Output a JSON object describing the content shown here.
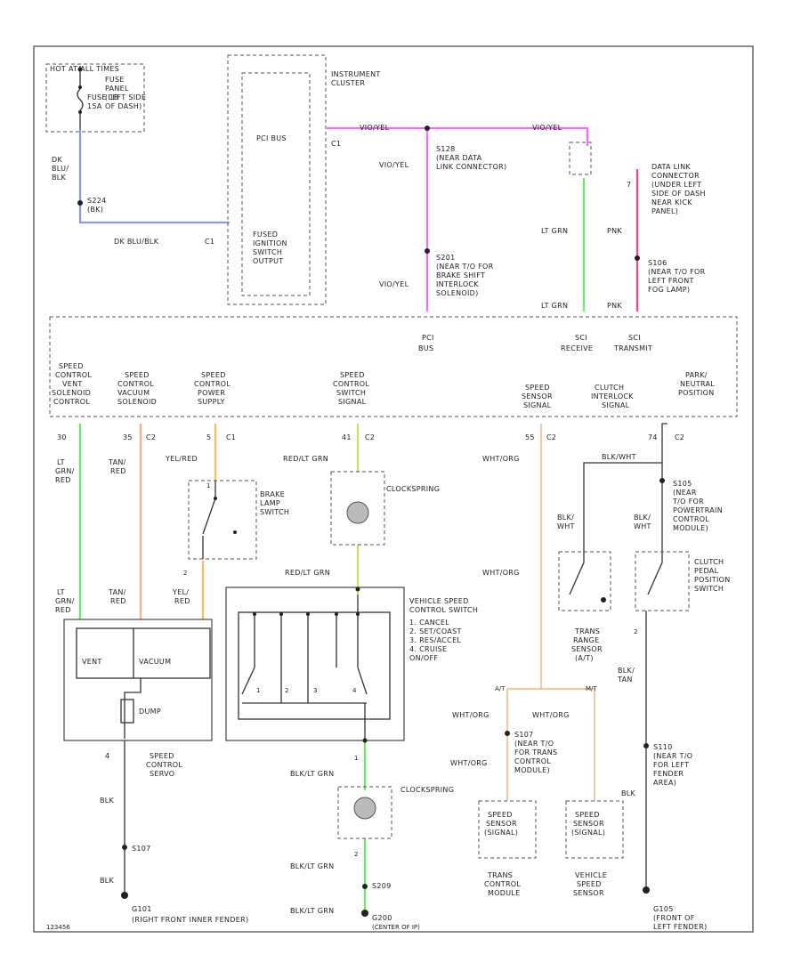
{
  "fuse_box": {
    "line1": "HOT AT ALL TIMES",
    "line2": "FUSE 18",
    "line3": "15A",
    "line4": "FUSE",
    "line5": "PANEL",
    "line6": "(LEFT SIDE",
    "line7": "OF DASH)"
  },
  "left_wire": {
    "color_lines": [
      "DK",
      "BLU/",
      "BLK"
    ],
    "splice": "S224",
    "splice_sub": "(BK)",
    "bottom_label": "DK BLU/BLK",
    "connector": "C1"
  },
  "cluster": {
    "title1": "INSTRUMENT",
    "title2": "CLUSTER",
    "pci_bus": "PCI BUS",
    "fused": [
      "FUSED",
      "IGNITION",
      "SWITCH",
      "OUTPUT"
    ],
    "pin_c1": "C1"
  },
  "pci_wires": {
    "vio_yel_top": "VIO/YEL",
    "vio_yel_right": "VIO/YEL",
    "vio_yel_left": "VIO/YEL",
    "vio_yel_lower": "VIO/YEL",
    "s128": [
      "S128",
      "(NEAR DATA",
      "LINK CONNECTOR)"
    ],
    "s201": [
      "S201",
      "(NEAR T/O FOR",
      "BRAKE SHIFT",
      "INTERLOCK",
      "SOLENOID)"
    ]
  },
  "dlc": {
    "title": [
      "DATA LINK",
      "CONNECTOR",
      "(UNDER LEFT",
      "SIDE OF DASH",
      "NEAR KICK",
      "PANEL)"
    ],
    "pin": "7",
    "s106": [
      "S106",
      "(NEAR T/O FOR",
      "LEFT FRONT",
      "FOG LAMP)"
    ],
    "wire_pnk_top": "PNK",
    "wire_pnk_bottom": "PNK",
    "wire_lt_grn_top": "LT GRN",
    "wire_lt_grn_bottom": "LT GRN"
  },
  "pcm": {
    "pci": "PCI",
    "bus": "BUS",
    "sci_receive": "SCI",
    "receive": "RECEIVE",
    "sci_transmit": "SCI",
    "transmit": "TRANSMIT"
  },
  "pcm_inputs": [
    {
      "lines": [
        "SPEED",
        "CONTROL",
        "VENT",
        "SOLENOID",
        "CONTROL"
      ],
      "pin": "30",
      "conn": ""
    },
    {
      "lines": [
        "SPEED",
        "CONTROL",
        "VACUUM",
        "SOLENOID"
      ],
      "pin": "35",
      "conn": "C2"
    },
    {
      "lines": [
        "SPEED",
        "CONTROL",
        "POWER",
        "SUPPLY"
      ],
      "pin": "5",
      "conn": "C1"
    },
    {
      "lines": [
        "SPEED",
        "CONTROL",
        "SWITCH",
        "SIGNAL"
      ],
      "pin": "41",
      "conn": "C2"
    },
    {
      "lines": [
        "SPEED",
        "SENSOR",
        "SIGNAL"
      ],
      "pin": "55",
      "conn": "C2"
    },
    {
      "lines": [
        "CLUTCH",
        "INTERLOCK",
        "SIGNAL"
      ],
      "pin": "",
      "conn": ""
    },
    {
      "lines": [
        "PARK/",
        "NEUTRAL",
        "POSITION"
      ],
      "pin": "74",
      "conn": "C2"
    }
  ],
  "servo": {
    "wire1": [
      "LT",
      "GRN/",
      "RED"
    ],
    "wire1b": [
      "LT",
      "GRN/",
      "RED"
    ],
    "wire2": [
      "TAN/",
      "RED"
    ],
    "wire2b": [
      "TAN/",
      "RED"
    ],
    "wire3": [
      "YEL/",
      "RED"
    ],
    "vent": "VENT",
    "vacuum": "VACUUM",
    "dump": "DUMP",
    "name": [
      "SPEED",
      "CONTROL",
      "SERVO"
    ],
    "pin": "4",
    "ground_wire": "BLK",
    "ground_wire2": "BLK",
    "splice": "S107",
    "ground": "G101",
    "ground_desc": "(RIGHT FRONT INNER FENDER)"
  },
  "brake": {
    "wire": "YEL/RED",
    "name": [
      "BRAKE",
      "LAMP",
      "SWITCH"
    ],
    "pin_top": "1",
    "pin_bot": "2"
  },
  "clockspring": {
    "upper": "CLOCKSPRING",
    "lower": "CLOCKSPRING",
    "wire_top": "RED/LT GRN",
    "wire_mid": "RED/LT GRN",
    "wire_low": "BLK/LT GRN",
    "wire_low2": "BLK/LT GRN",
    "wire_low3": "BLK/LT GRN",
    "pin_a": "1",
    "pin_b": "2",
    "splice": "S209",
    "ground": "G200",
    "ground_desc": "(CENTER OF IP)"
  },
  "vsc_switch": {
    "title": [
      "VEHICLE SPEED",
      "CONTROL SWITCH"
    ],
    "items": [
      "1. CANCEL",
      "2. SET/COAST",
      "3. RES/ACCEL",
      "4. CRUISE",
      "   ON/OFF"
    ],
    "nums": [
      "1",
      "2",
      "3",
      "4"
    ]
  },
  "trans": {
    "wire_wht_org": "WHT/ORG",
    "wire_wht_org2": "WHT/ORG",
    "wire_wht_org3": "WHT/ORG",
    "wire_wht_org4": "WHT/ORG",
    "s107": [
      "S107",
      "(NEAR T/O",
      "FOR TRANS",
      "CONTROL",
      "MODULE)"
    ],
    "sensor1": [
      "SPEED",
      "SENSOR",
      "(SIGNAL)"
    ],
    "sensor2": [
      "SPEED",
      "SENSOR",
      "(SIGNAL)"
    ],
    "tcm": [
      "TRANS",
      "CONTROL",
      "MODULE"
    ],
    "vss": [
      "VEHICLE",
      "SPEED",
      "SENSOR"
    ],
    "range": [
      "TRANS",
      "RANGE",
      "SENSOR",
      "(A/T)"
    ],
    "pin_left": "A/T",
    "pin_right": "M/T"
  },
  "clutch": {
    "wire_blk_wht": "BLK/WHT",
    "blk_wht_l": [
      "BLK/",
      "WHT"
    ],
    "blk_wht_r": [
      "BLK/",
      "WHT"
    ],
    "s105": [
      "S105",
      "(NEAR",
      "T/O FOR",
      "POWERTRAIN",
      "CONTROL",
      "MODULE)"
    ],
    "name": [
      "CLUTCH",
      "PEDAL",
      "POSITION",
      "SWITCH"
    ],
    "pin": "2",
    "wire_blk_tan": [
      "BLK/",
      "TAN"
    ],
    "wire_blk": "BLK",
    "s110": [
      "S110",
      "(NEAR T/O",
      "FOR LEFT",
      "FENDER",
      "AREA)"
    ],
    "ground": "G105",
    "ground_desc": [
      "(FRONT OF",
      "LEFT FENDER)"
    ]
  },
  "corner_code": "123456",
  "colors": {
    "blue": "#8899ee",
    "magenta": "#ff66ff",
    "green": "#66ee66",
    "pink": "#ff4477",
    "salmon": "#ffaa88",
    "orange": "#ffbb55",
    "khaki": "#ccdd66",
    "peach": "#eecc99",
    "tan": "#eeccaa"
  }
}
